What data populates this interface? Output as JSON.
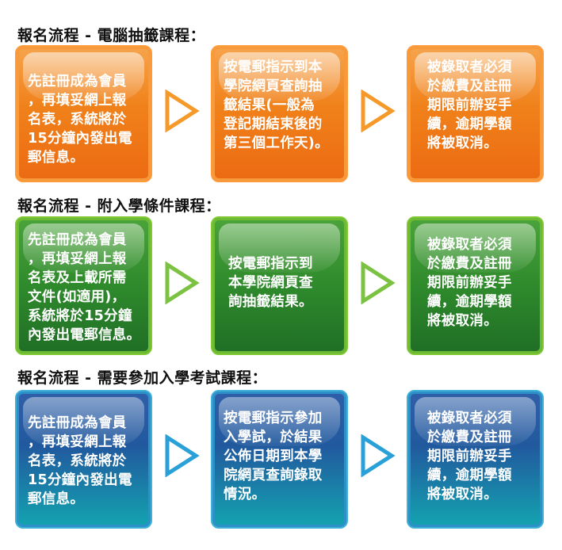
{
  "sections": [
    {
      "title": "報名流程 - 電腦抽籤課程：",
      "theme": "orange",
      "arrow_color": "#f59a2a",
      "steps": [
        "先註冊成為會員\n，再填妥網上報\n名表，系統將於\n15分鐘內發出電\n郵信息。",
        "按電郵指示到本\n學院網頁查詢抽\n籤結果(一般為\n登記期結束後的\n第三個工作天)。",
        "被錄取者必須\n於繳費及註冊\n期限前辦妥手\n續，逾期學額\n將被取消。"
      ]
    },
    {
      "title": "報名流程 - 附入學條件課程：",
      "theme": "green",
      "arrow_color": "#7cc242",
      "steps": [
        "先註冊成為會員\n，再填妥網上報\n名表及上載所需\n文件(如適用)，\n系統將於15分鐘\n內發出電郵信息。",
        "按電郵指示到\n本學院網頁查\n詢抽籤結果。",
        "被錄取者必須\n於繳費及註冊\n期限前辦妥手\n續，逾期學額\n將被取消。"
      ]
    },
    {
      "title": "報名流程  -  需要參加入學考試課程：",
      "theme": "blue",
      "arrow_color": "#2aa0d8",
      "steps": [
        "先註冊成為會員\n，再填妥網上報\n名表，系統將於\n15分鐘內發出電\n郵信息。",
        "按電郵指示參加\n入學試，於結果\n公佈日期到本學\n院網頁查詢錄取\n情況。",
        "被錄取者必須\n於繳費及註冊\n期限前辦妥手\n續，逾期學額\n將被取消。"
      ]
    }
  ]
}
